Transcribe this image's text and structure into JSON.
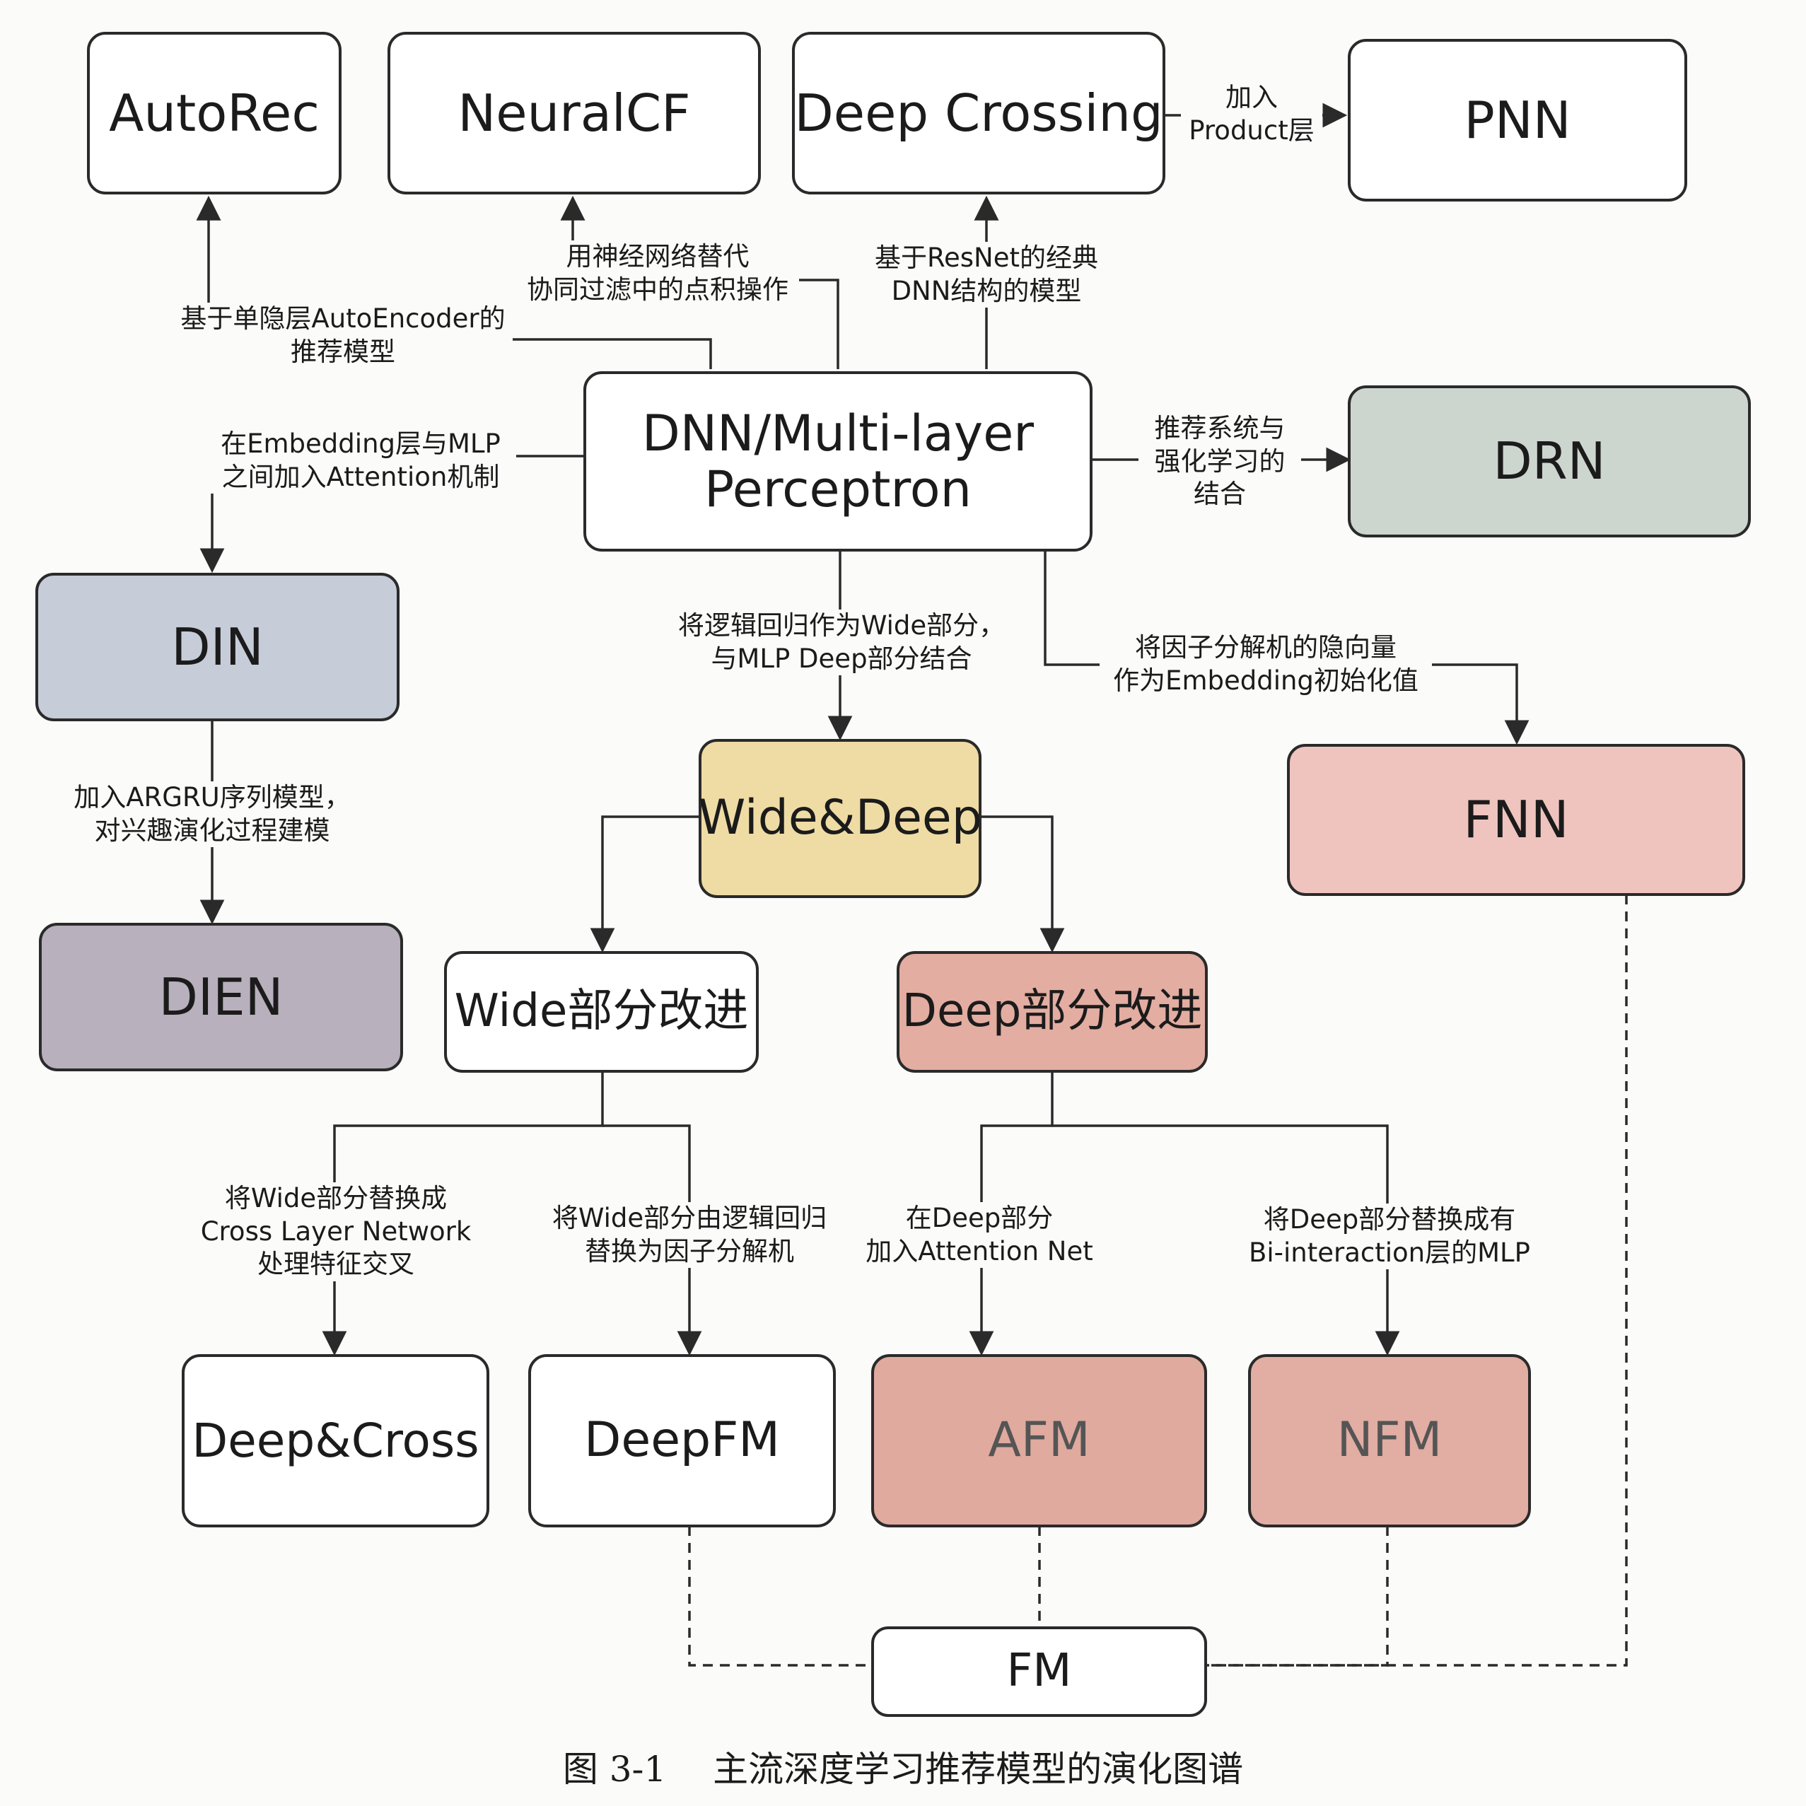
{
  "colors": {
    "line": "#2a2a2a",
    "box_white": "#ffffff",
    "drn_fill": "#cdd5cf",
    "din_fill": "#c7ccd9",
    "dien_fill": "#b8b0bc",
    "widedeep_fill": "#efdca5",
    "fnn_fill": "#efc4bf",
    "deep_improve_fill": "#e3ada2",
    "afm_fill": "#e0aa9f",
    "nfm_fill": "#e2ada3"
  },
  "nodes": {
    "autorec": "AutoRec",
    "neuralcf": "NeuralCF",
    "deep_crossing": "Deep Crossing",
    "pnn": "PNN",
    "dnn": [
      "DNN/Multi-layer",
      "Perceptron"
    ],
    "drn": "DRN",
    "din": "DIN",
    "dien": "DIEN",
    "wide_deep": "Wide&Deep",
    "fnn": "FNN",
    "wide_improve": "Wide部分改进",
    "deep_improve": "Deep部分改进",
    "deep_cross": "Deep&Cross",
    "deepfm": "DeepFM",
    "afm": "AFM",
    "nfm": "NFM",
    "fm": "FM"
  },
  "edge_labels": {
    "autorec": [
      "基于单隐层AutoEncoder的",
      "推荐模型"
    ],
    "neuralcf": [
      "用神经网络替代",
      "协同过滤中的点积操作"
    ],
    "deep_crossing": [
      "基于ResNet的经典",
      "DNN结构的模型"
    ],
    "pnn": [
      "加入",
      "Product层"
    ],
    "din": [
      "在Embedding层与MLP",
      "之间加入Attention机制"
    ],
    "drn": [
      "推荐系统与",
      "强化学习的",
      "结合"
    ],
    "wide_deep": [
      "将逻辑回归作为Wide部分，",
      "与MLP Deep部分结合"
    ],
    "fnn": [
      "将因子分解机的隐向量",
      "作为Embedding初始化值"
    ],
    "dien": [
      "加入ARGRU序列模型，",
      "对兴趣演化过程建模"
    ],
    "deep_cross": [
      "将Wide部分替换成",
      "Cross Layer Network",
      "处理特征交叉"
    ],
    "deepfm": [
      "将Wide部分由逻辑回归",
      "替换为因子分解机"
    ],
    "afm": [
      "在Deep部分",
      "加入Attention Net"
    ],
    "nfm": [
      "将Deep部分替换成有",
      "Bi-interaction层的MLP"
    ]
  },
  "caption": "图 3-1　 主流深度学习推荐模型的演化图谱"
}
